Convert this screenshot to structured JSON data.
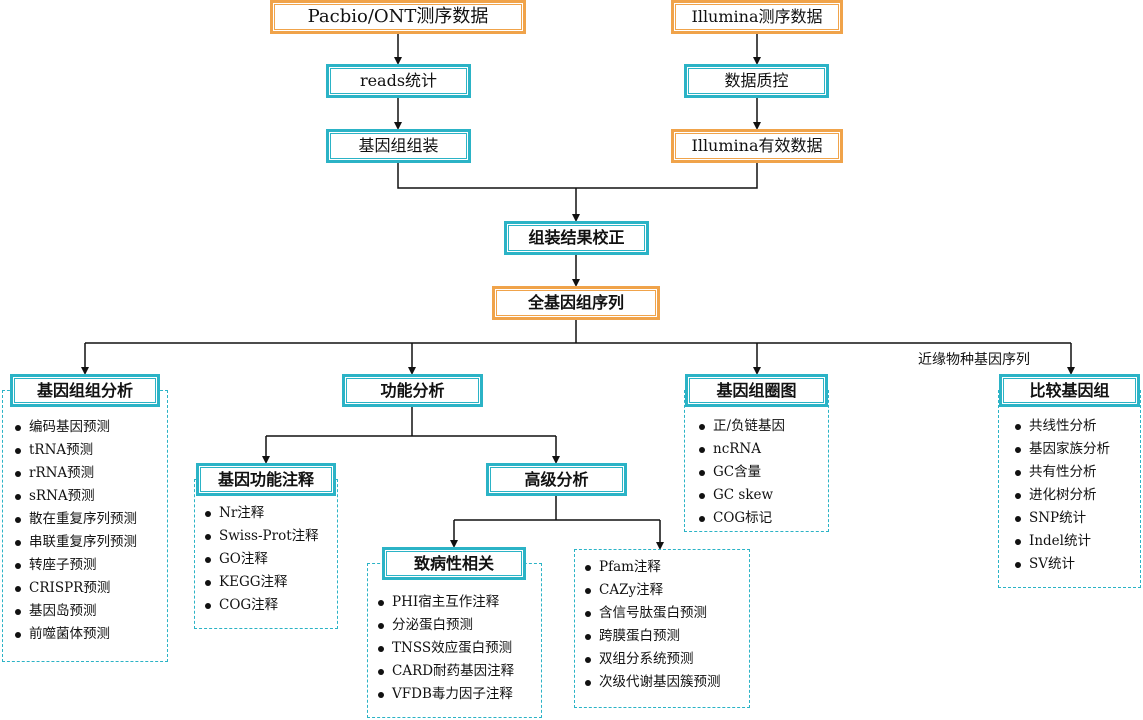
{
  "colors": {
    "orange": "#f0a34a",
    "cyan": "#2bb3c6",
    "line": "#111111"
  },
  "top": {
    "pacbio": "Pacbio/ONT测序数据",
    "illumina": "Illumina测序数据",
    "reads_stat": "reads统计",
    "qc": "数据质控",
    "assembly": "基因组组装",
    "illumina_valid": "Illumina有效数据",
    "correction": "组装结果校正",
    "full_genome": "全基因组序列"
  },
  "branches": {
    "genome_components": {
      "title": "基因组组分析",
      "items": [
        "编码基因预测",
        "tRNA预测",
        "rRNA预测",
        "sRNA预测",
        "散在重复序列预测",
        "串联重复序列预测",
        "转座子预测",
        "CRISPR预测",
        "基因岛预测",
        "前噬菌体预测"
      ]
    },
    "function": {
      "title": "功能分析"
    },
    "gene_annotation": {
      "title": "基因功能注释",
      "items": [
        "Nr注释",
        "Swiss-Prot注释",
        "GO注释",
        "KEGG注释",
        "COG注释"
      ]
    },
    "advanced": {
      "title": "高级分析"
    },
    "pathogenic": {
      "title": "致病性相关",
      "items": [
        "PHI宿主互作注释",
        "分泌蛋白预测",
        "TNSS效应蛋白预测",
        "CARD耐药基因注释",
        "VFDB毒力因子注释"
      ]
    },
    "advanced_list": {
      "items": [
        "Pfam注释",
        "CAZy注释",
        "含信号肽蛋白预测",
        "跨膜蛋白预测",
        "双组分系统预测",
        "次级代谢基因簇预测"
      ]
    },
    "circle": {
      "title": "基因组圈图",
      "items": [
        "正/负链基因",
        "ncRNA",
        "GC含量",
        "GC skew",
        "COG标记"
      ]
    },
    "comparative": {
      "title": "比较基因组",
      "items": [
        "共线性分析",
        "基因家族分析",
        "共有性分析",
        "进化树分析",
        "SNP统计",
        "Indel统计",
        "SV统计"
      ]
    },
    "related_label": "近缘物种基因序列"
  }
}
